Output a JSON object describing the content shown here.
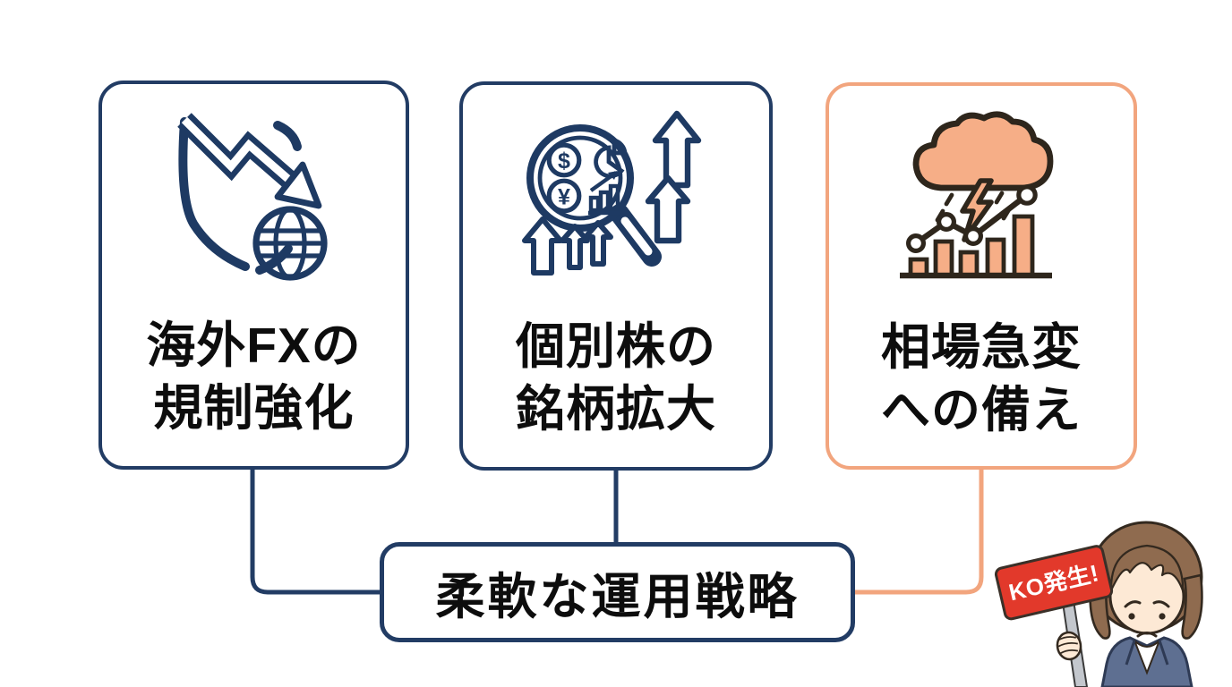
{
  "colors": {
    "navy": "#223c64",
    "orange": "#f2a57e",
    "orange_fill": "#f6ae87",
    "text_black": "#0d0d0d",
    "sign_red": "#e2392b",
    "suit_navy": "#5e6f91",
    "hair_brown": "#8f6b4f",
    "skin": "#fde9d5"
  },
  "cards": [
    {
      "title_lines": [
        "海外FXの",
        "規制強化"
      ],
      "icon": "shield-decline-globe-icon",
      "border": "#223c64"
    },
    {
      "title_lines": [
        "個別株の",
        "銘柄拡大"
      ],
      "icon": "magnifier-stocks-icon",
      "border": "#223c64"
    },
    {
      "title_lines": [
        "相場急変",
        "への備え"
      ],
      "icon": "storm-cloud-chart-icon",
      "border": "#f2a57e"
    }
  ],
  "summary": {
    "label": "柔軟な運用戦略"
  },
  "character": {
    "sign_label": "KO発生!"
  }
}
